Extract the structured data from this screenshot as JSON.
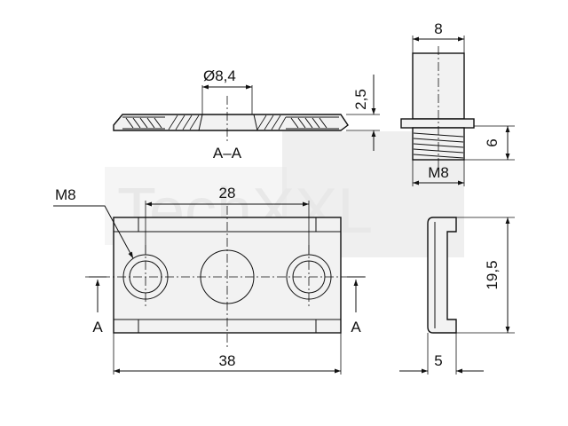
{
  "title": "",
  "watermark": {
    "text": "TechXXL",
    "color": "#e6e6e6"
  },
  "dimensions": {
    "hole_diameter": "Ø8,4",
    "section_thickness": "2,5",
    "section_label": "A–A",
    "nut_width": "8",
    "thread_length": "6",
    "thread_side": "M8",
    "thread_front": "M8",
    "hole_spacing": "28",
    "overall_length": "38",
    "side_height": "19,5",
    "side_depth": "5",
    "cut_left": "A",
    "cut_right": "A"
  },
  "colors": {
    "line": "#111111",
    "fill": "#f2f2f2",
    "watermark": "#e6e6e6"
  }
}
